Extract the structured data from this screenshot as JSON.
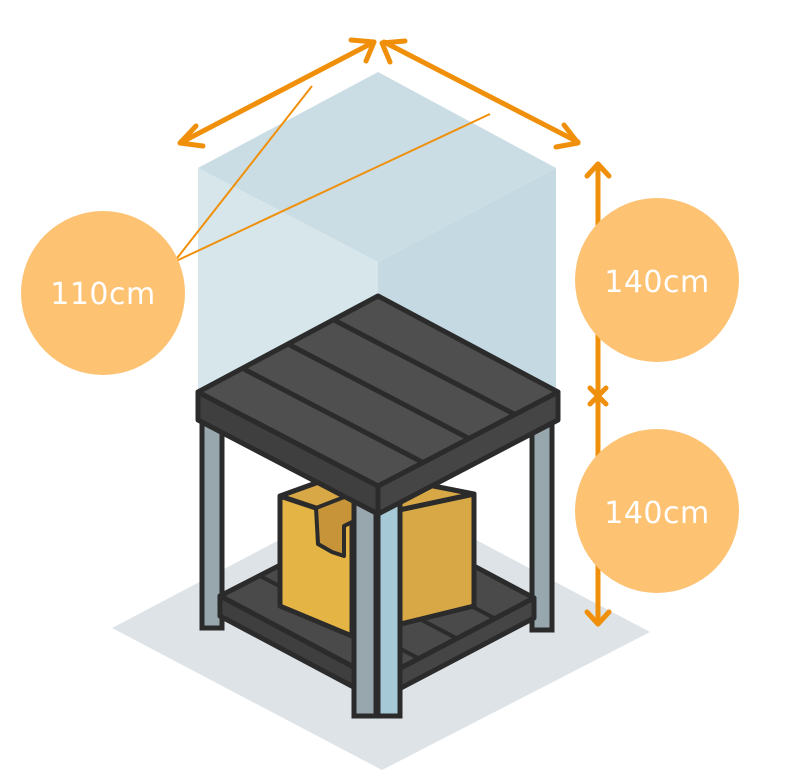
{
  "colors": {
    "accent": "#F0900A",
    "badge": "#FDC272",
    "label_text": "#FFFFFF",
    "floor_shadow": "#DDE3E7",
    "space_box": "#C9DCE3",
    "shelf_dark": "#4A4A4A",
    "outline": "#2B2B2B",
    "leg_gray": "#98A7AD",
    "leg_blue": "#A6C9D8",
    "box_front": "#E4B445",
    "box_side": "#D9A846"
  },
  "dimensions": {
    "width_depth_label": "110cm",
    "upper_height_label": "140cm",
    "lower_height_label": "140cm"
  },
  "icons": {
    "arrow_head": "arrow-head-icon",
    "tick": "dimension-tick-icon"
  }
}
